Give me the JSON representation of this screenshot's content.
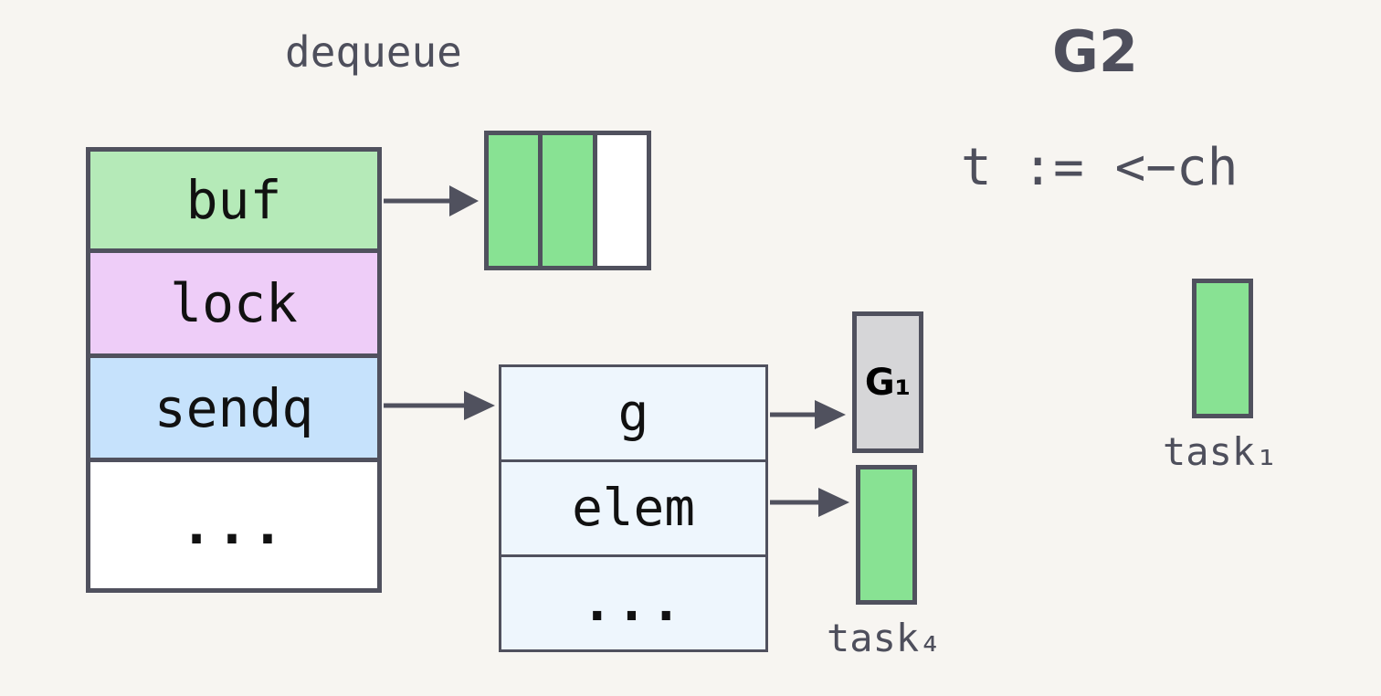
{
  "title": "dequeue",
  "goroutine": "G2",
  "code": "t := <−ch",
  "hchan": {
    "fields": [
      {
        "label": "buf",
        "color": "#b5eab8"
      },
      {
        "label": "lock",
        "color": "#eecdf8"
      },
      {
        "label": "sendq",
        "color": "#c6e2fc"
      },
      {
        "label": "...",
        "color": "#ffffff"
      }
    ]
  },
  "buffer": {
    "slots": [
      {
        "filled": true,
        "color": "#88e293"
      },
      {
        "filled": true,
        "color": "#88e293"
      },
      {
        "filled": false,
        "color": "#ffffff"
      }
    ]
  },
  "sudog": {
    "fields": [
      {
        "label": "g"
      },
      {
        "label": "elem"
      },
      {
        "label": "..."
      }
    ]
  },
  "g1_label": "G₁",
  "tasks": {
    "task4_label": "task₄",
    "task1_label": "task₁",
    "color": "#88e293"
  },
  "colors": {
    "outline": "#50515e",
    "text": "#4e4f5c",
    "background": "#f7f5f1"
  }
}
